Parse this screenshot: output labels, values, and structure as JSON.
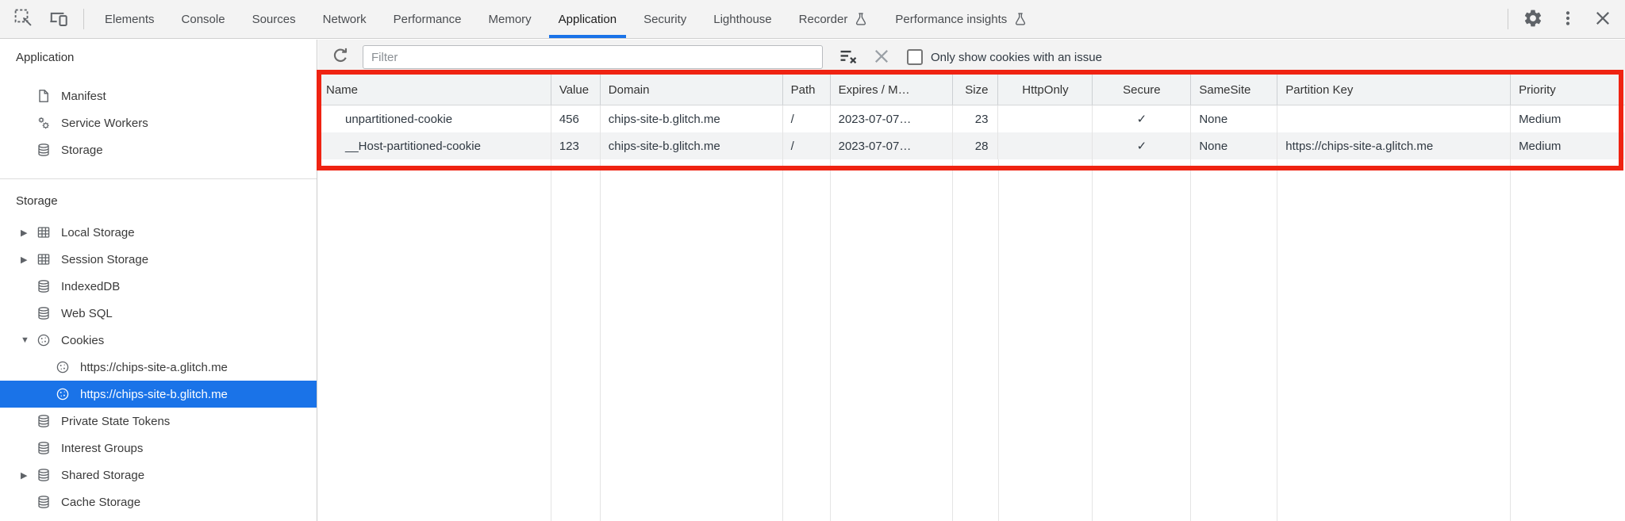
{
  "tabbar": {
    "left_icons": [
      {
        "name": "inspect-icon"
      },
      {
        "name": "device-toolbar-icon"
      }
    ],
    "tabs": [
      {
        "label": "Elements"
      },
      {
        "label": "Console"
      },
      {
        "label": "Sources"
      },
      {
        "label": "Network"
      },
      {
        "label": "Performance"
      },
      {
        "label": "Memory"
      },
      {
        "label": "Application",
        "selected": true
      },
      {
        "label": "Security"
      },
      {
        "label": "Lighthouse"
      },
      {
        "label": "Recorder",
        "experiment_icon": "flask-icon"
      },
      {
        "label": "Performance insights",
        "experiment_icon": "flask-icon"
      }
    ],
    "right_icons": [
      {
        "name": "settings-gear-icon"
      },
      {
        "name": "more-menu-icon"
      },
      {
        "name": "close-icon"
      }
    ]
  },
  "sidebar": {
    "sections": [
      {
        "title": "Application",
        "items": [
          {
            "label": "Manifest",
            "icon": "manifest-document-icon"
          },
          {
            "label": "Service Workers",
            "icon": "service-workers-gears-icon"
          },
          {
            "label": "Storage",
            "icon": "database-icon"
          }
        ]
      },
      {
        "title": "Storage",
        "items": [
          {
            "label": "Local Storage",
            "icon": "table-icon",
            "disclosure": "collapsed"
          },
          {
            "label": "Session Storage",
            "icon": "table-icon",
            "disclosure": "collapsed"
          },
          {
            "label": "IndexedDB",
            "icon": "database-icon"
          },
          {
            "label": "Web SQL",
            "icon": "database-icon"
          },
          {
            "label": "Cookies",
            "icon": "cookie-icon",
            "disclosure": "expanded"
          },
          {
            "label": "https://chips-site-a.glitch.me",
            "icon": "cookie-icon",
            "level": 2
          },
          {
            "label": "https://chips-site-b.glitch.me",
            "icon": "cookie-icon",
            "level": 2,
            "selected": true
          },
          {
            "label": "Private State Tokens",
            "icon": "database-icon"
          },
          {
            "label": "Interest Groups",
            "icon": "database-icon"
          },
          {
            "label": "Shared Storage",
            "icon": "database-icon",
            "disclosure": "collapsed"
          },
          {
            "label": "Cache Storage",
            "icon": "database-icon"
          }
        ]
      }
    ]
  },
  "toolbar": {
    "refresh_icon": "refresh-icon",
    "filter_placeholder": "Filter",
    "filter_value": "",
    "clear_filter_icon": "clear-filter-icon",
    "delete_icon": "close-icon",
    "checkbox": {
      "checked": false,
      "label": "Only show cookies with an issue"
    }
  },
  "cookie_table": {
    "columns": [
      "Name",
      "Value",
      "Domain",
      "Path",
      "Expires / M…",
      "Size",
      "HttpOnly",
      "Secure",
      "SameSite",
      "Partition Key",
      "Priority"
    ],
    "rows": [
      [
        "unpartitioned-cookie",
        "456",
        "chips-site-b.glitch.me",
        "/",
        "2023-07-07…",
        "23",
        "",
        "✓",
        "None",
        "",
        "Medium"
      ],
      [
        "__Host-partitioned-cookie",
        "123",
        "chips-site-b.glitch.me",
        "/",
        "2023-07-07…",
        "28",
        "",
        "✓",
        "None",
        "https://chips-site-a.glitch.me",
        "Medium"
      ]
    ]
  },
  "annotation": {
    "highlight_red": "#ef2312"
  },
  "colors": {
    "accent_blue": "#1a73e8",
    "selection_bg": "#1a73e8",
    "toolbar_bg": "#f3f3f3",
    "table_header_bg": "#f1f3f4",
    "row_alt_bg": "#f2f3f4",
    "highlight_red": "#ef2312"
  }
}
